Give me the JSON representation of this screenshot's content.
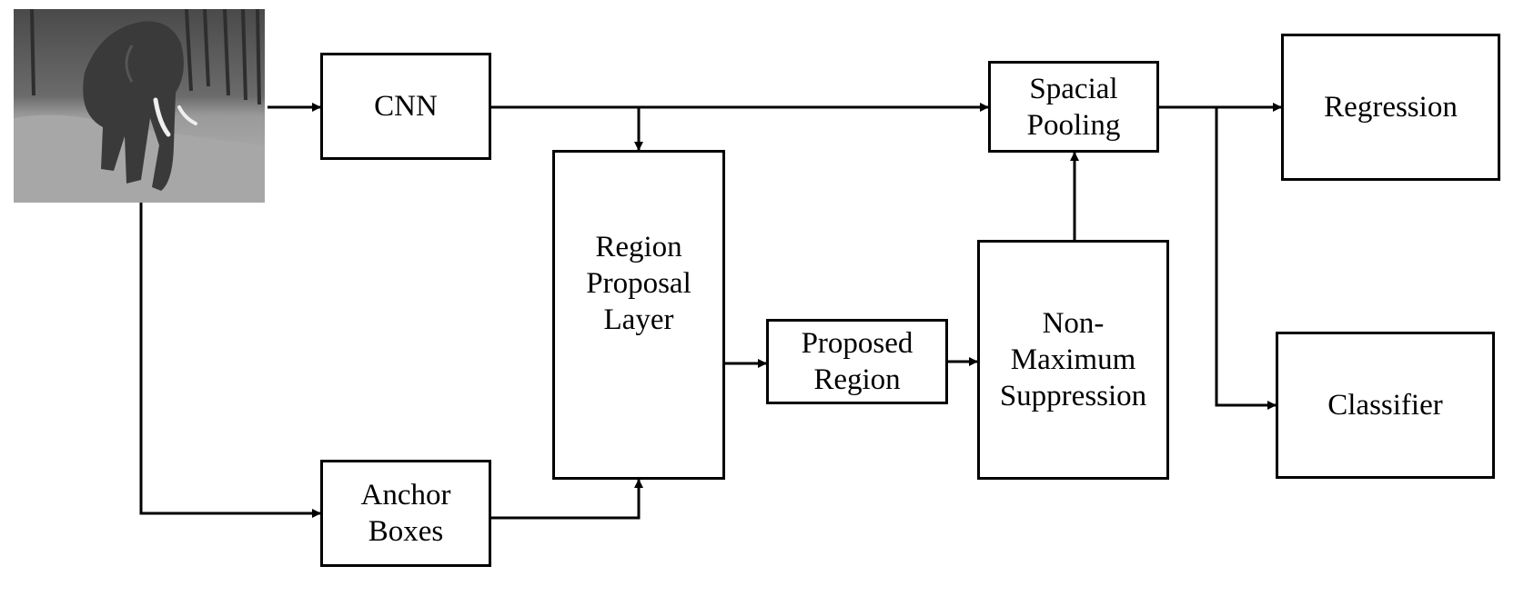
{
  "diagram": {
    "input_image": {
      "icon": "elephant-photo",
      "colors": {
        "sky": "#3a3a3a",
        "ground": "#a9a9a9",
        "elephant": "#3d3d3d",
        "tusk": "#f0f0f0"
      }
    },
    "nodes": {
      "cnn": "CNN",
      "anchor_boxes": "Anchor\nBoxes",
      "region_proposal_layer": "Region\nProposal\nLayer",
      "proposed_region": "Proposed\nRegion",
      "non_maximum_suppression": "Non-\nMaximum\nSuppression",
      "spacial_pooling": "Spacial\nPooling",
      "regression": "Regression",
      "classifier": "Classifier"
    },
    "line_color": "#000000"
  }
}
